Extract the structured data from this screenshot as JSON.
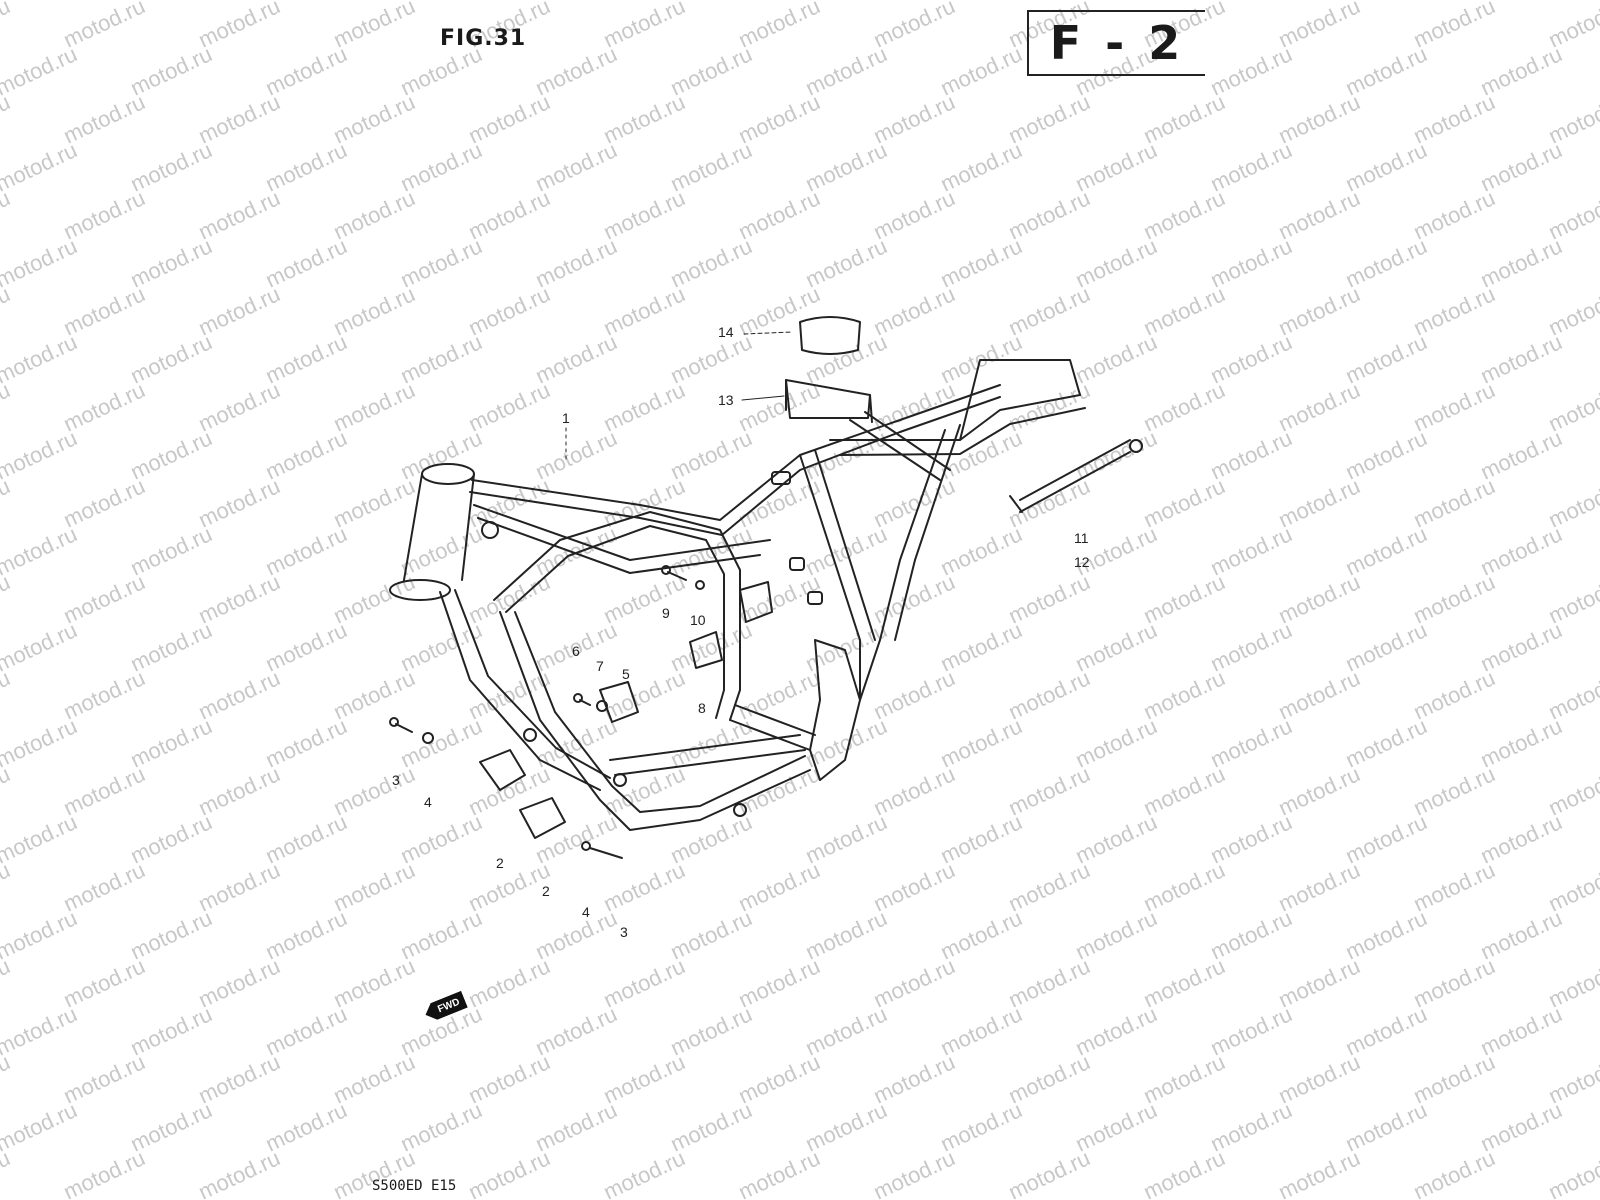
{
  "header": {
    "figure": "FIG.31",
    "section_code": "F - 2"
  },
  "footer": {
    "model": "S500ED E15"
  },
  "watermark": {
    "text": "motod.ru"
  },
  "direction_badge": "FWD",
  "callouts": [
    {
      "id": "c1",
      "label": "1"
    },
    {
      "id": "c2a",
      "label": "2"
    },
    {
      "id": "c2b",
      "label": "2"
    },
    {
      "id": "c3a",
      "label": "3"
    },
    {
      "id": "c3b",
      "label": "3"
    },
    {
      "id": "c4a",
      "label": "4"
    },
    {
      "id": "c4b",
      "label": "4"
    },
    {
      "id": "c5",
      "label": "5"
    },
    {
      "id": "c6",
      "label": "6"
    },
    {
      "id": "c7",
      "label": "7"
    },
    {
      "id": "c8",
      "label": "8"
    },
    {
      "id": "c9",
      "label": "9"
    },
    {
      "id": "c10",
      "label": "10"
    },
    {
      "id": "c11",
      "label": "11"
    },
    {
      "id": "c12",
      "label": "12"
    },
    {
      "id": "c13",
      "label": "13"
    },
    {
      "id": "c14",
      "label": "14"
    }
  ],
  "colors": {
    "line": "#222222",
    "watermark": "#c8c8c8"
  }
}
